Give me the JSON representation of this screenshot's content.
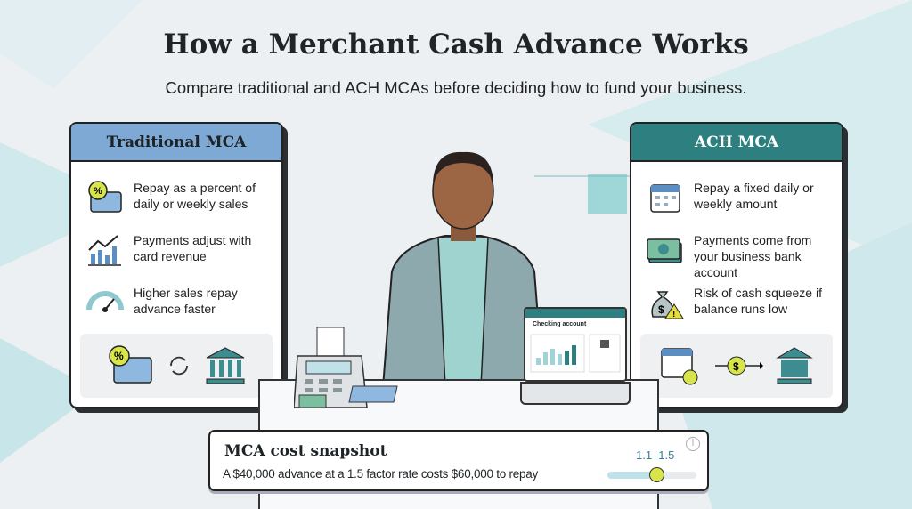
{
  "header": {
    "title": "How a Merchant Cash Advance Works",
    "subtitle": "Compare traditional and ACH MCAs before deciding how to fund your business."
  },
  "traditional": {
    "title": "Traditional MCA",
    "color": "#7ea9d4",
    "items": [
      {
        "icon": "percent-card-icon",
        "text": "Repay as a percent of daily or weekly sales"
      },
      {
        "icon": "rising-chart-icon",
        "text": "Payments adjust with card revenue"
      },
      {
        "icon": "gauge-icon",
        "text": "Higher sales repay advance faster"
      }
    ]
  },
  "ach": {
    "title": "ACH MCA",
    "color": "#2e7f7f",
    "items": [
      {
        "icon": "calendar-icon",
        "text": "Repay a fixed daily or weekly amount"
      },
      {
        "icon": "cash-icon",
        "text": "Payments come from your business bank account"
      },
      {
        "icon": "money-bag-warning-icon",
        "text": "Risk of cash squeeze if balance runs low"
      }
    ]
  },
  "laptop": {
    "screen_title": "Checking account"
  },
  "snapshot": {
    "title": "MCA cost snapshot",
    "text": "A $40,000 advance at a 1.5 factor rate costs $60,000 to repay",
    "range_label": "1.1–1.5",
    "slider_percent": 55,
    "info": "i"
  }
}
